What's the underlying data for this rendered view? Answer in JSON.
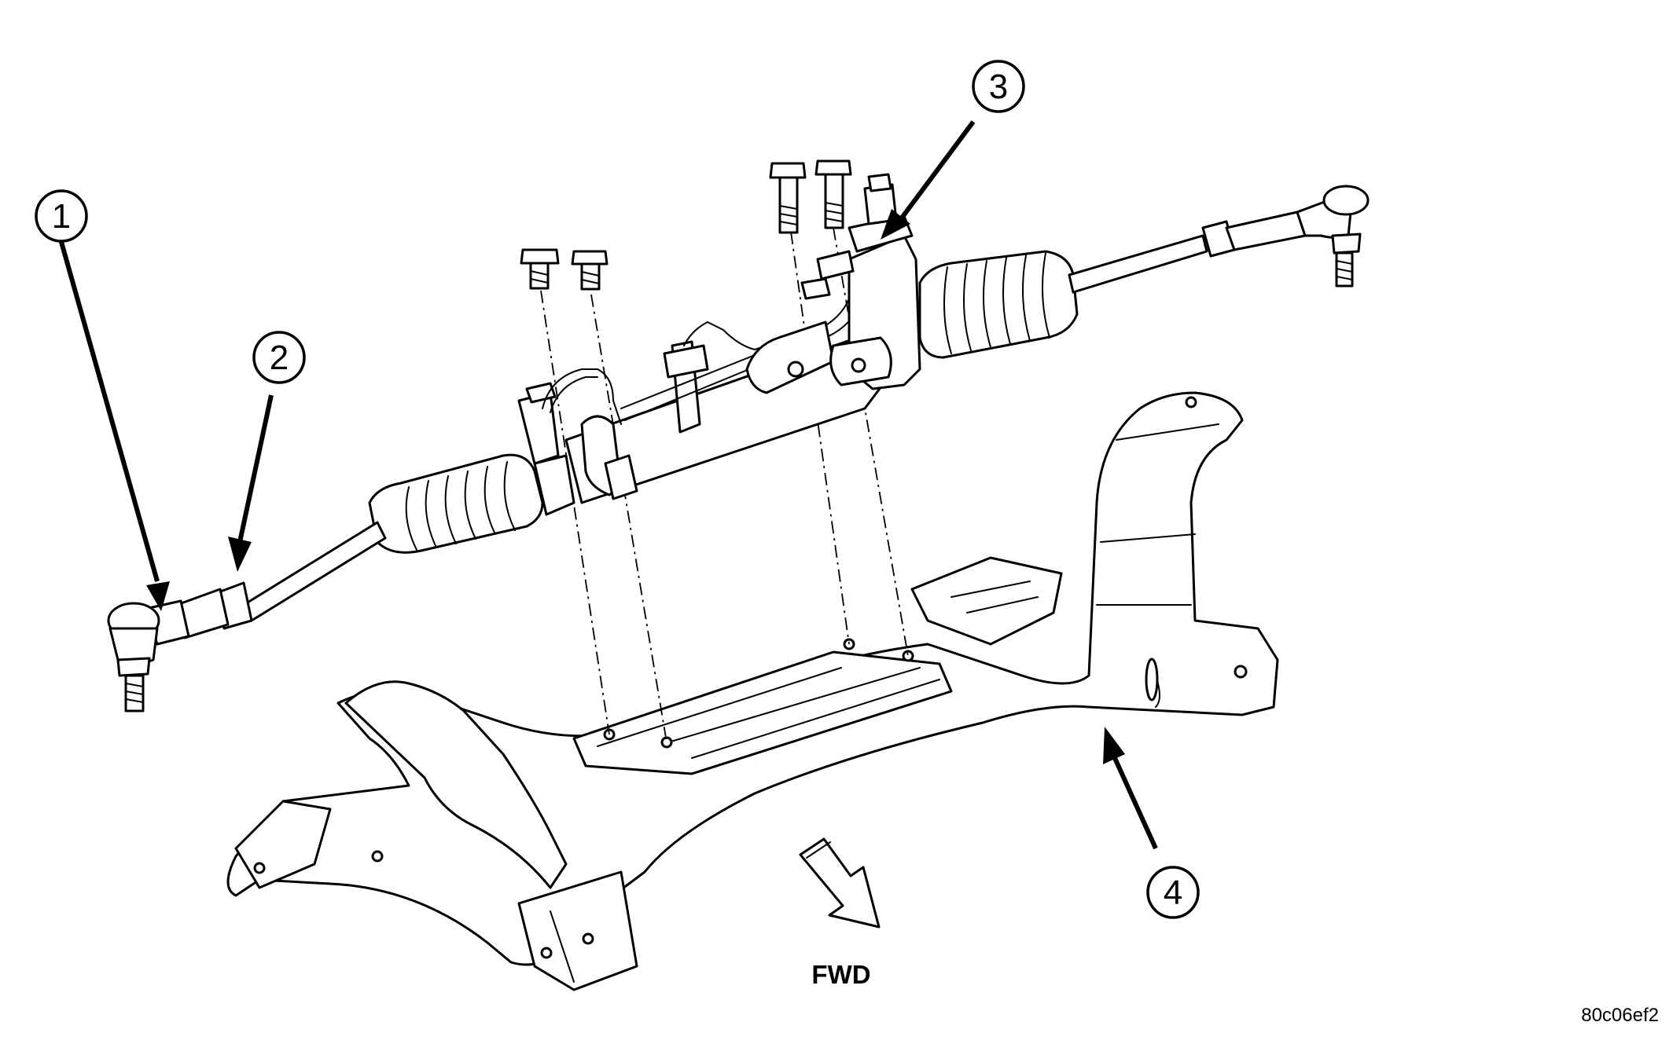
{
  "callouts": [
    {
      "id": "1",
      "label": "1"
    },
    {
      "id": "2",
      "label": "2"
    },
    {
      "id": "3",
      "label": "3"
    },
    {
      "id": "4",
      "label": "4"
    }
  ],
  "direction_label": "FWD",
  "figure_code": "80c06ef2",
  "colors": {
    "line": "#000000",
    "background": "#ffffff"
  }
}
